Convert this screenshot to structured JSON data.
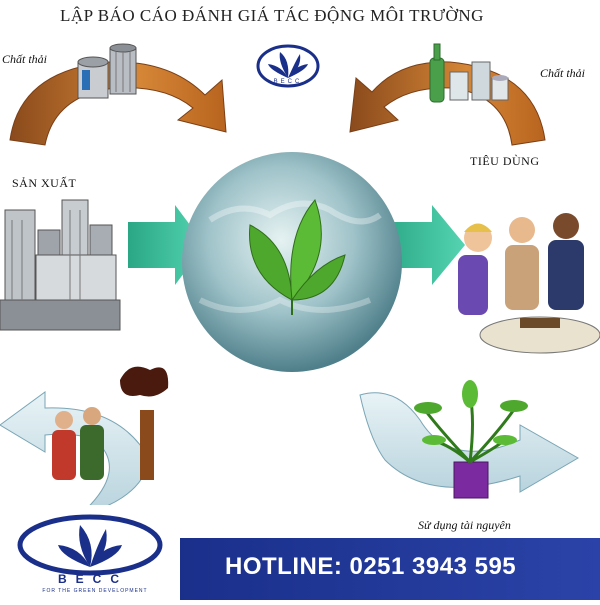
{
  "title": "LẬP BÁO CÁO ĐÁNH GIÁ TÁC ĐỘNG MÔI TRƯỜNG",
  "labels": {
    "waste_left": "Chất thải",
    "waste_right": "Chất thải",
    "production": "SẢN XUẤT",
    "consumption": "TIÊU DÙNG",
    "resource_use": "Sử dụng tài nguyên"
  },
  "brand": {
    "name": "BECC",
    "tagline": "FOR THE GREEN DEVELOPMENT",
    "color": "#1a2f8a"
  },
  "hotline": "HOTLINE: 0251 3943 595",
  "colors": {
    "arrow_orange": "#c8702a",
    "arrow_green": "#3dbf9a",
    "arrow_light": "#cfe3ea",
    "globe": "#8fb8c2",
    "leaf": "#4fa82e"
  }
}
